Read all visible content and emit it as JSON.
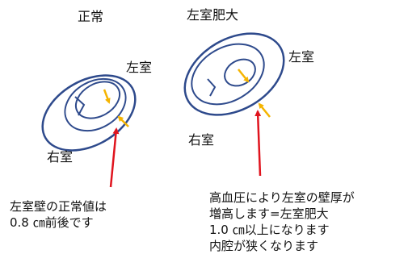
{
  "normal": {
    "title": "正常",
    "left_ventricle_label": "左室",
    "right_ventricle_label": "右室",
    "note_lines": [
      "左室壁の正常値は",
      "0.8 ㎝前後です"
    ]
  },
  "hypertrophy": {
    "title": "左室肥大",
    "left_ventricle_label": "左室",
    "right_ventricle_label": "右室",
    "note_lines": [
      "高血圧により左室の壁厚が",
      "増高します=左室肥大",
      "1.0 ㎝以上になります",
      "内腔が狭くなります"
    ]
  },
  "colors": {
    "outline": "#2e4a8c",
    "wall_arrow": "#f5b400",
    "pointer_arrow": "#e0141e"
  }
}
